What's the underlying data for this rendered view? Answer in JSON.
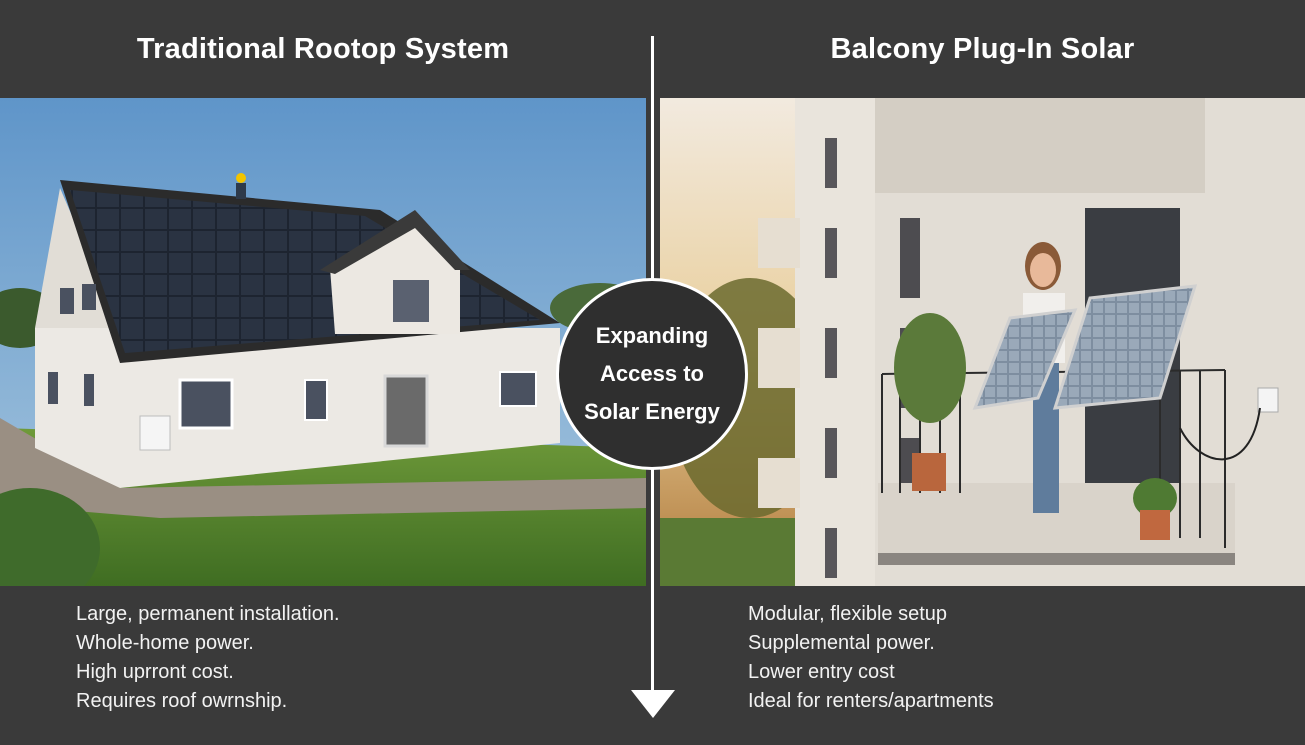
{
  "left": {
    "title": "Traditional Rootop System",
    "points": [
      "Large, permanent installation.",
      "Whole-home power.",
      "High uprront cost.",
      "Requires roof owrnship."
    ]
  },
  "right": {
    "title": "Balcony Plug-In Solar",
    "points": [
      "Modular, flexible setup",
      "Supplemental power.",
      "Lower entry cost",
      "Ideal for renters/apartments"
    ]
  },
  "center": {
    "label": "Expanding Access to Solar Energy"
  },
  "colors": {
    "background": "#3a3a3a",
    "text": "#ffffff",
    "badge": "#2f2f2f"
  }
}
